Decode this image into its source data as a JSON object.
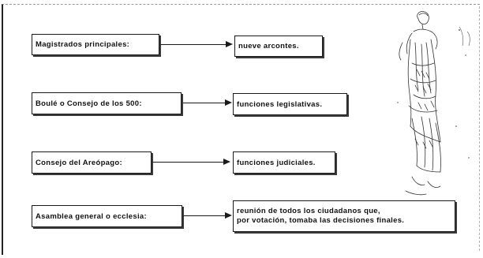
{
  "rows": [
    {
      "left": "Magistrados principales:",
      "right": "nueve arcontes."
    },
    {
      "left": "Boulé o Consejo de los 500:",
      "right": "funciones legislativas."
    },
    {
      "left": "Consejo del Areópago:",
      "right": "funciones judiciales."
    },
    {
      "left": "Asamblea general o ecclesia:",
      "right_lines": [
        "reunión de todos los ciudadanos que,",
        "por votación, tomaba las decisiones finales."
      ]
    }
  ],
  "illustration": {
    "icon": "greek-statue-sketch-icon"
  }
}
